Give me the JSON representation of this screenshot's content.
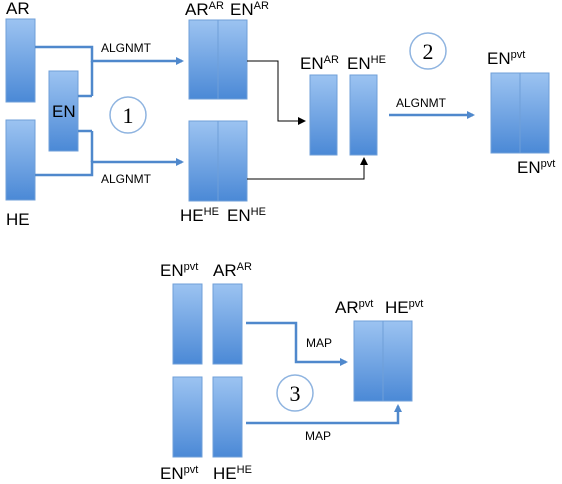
{
  "colors": {
    "box_top": "#9cc3f1",
    "box_bottom": "#4b89d6",
    "box_border": "#6f9fd8",
    "arrow_blue": "#4f88cc",
    "arrow_black": "#000000",
    "circle_border": "#8fb4e0"
  },
  "labels": {
    "ar": "AR",
    "he": "HE",
    "en": "EN",
    "ar_ar_base": "AR",
    "ar_ar_sup": "AR",
    "en_ar_base": "EN",
    "en_ar_sup": "AR",
    "he_he_base": "HE",
    "he_he_sup": "HE",
    "en_he_base": "EN",
    "en_he_sup": "HE",
    "mid_en_ar_base": "EN",
    "mid_en_ar_sup": "AR",
    "mid_en_he_base": "EN",
    "mid_en_he_sup": "HE",
    "en_pvt_top_base": "EN",
    "en_pvt_top_sup": "pvt",
    "en_pvt_bottom_base": "EN",
    "en_pvt_bottom_sup": "pvt",
    "s3_en_pvt1_base": "EN",
    "s3_en_pvt1_sup": "pvt",
    "s3_ar_ar_base": "AR",
    "s3_ar_ar_sup": "AR",
    "s3_en_pvt2_base": "EN",
    "s3_en_pvt2_sup": "pvt",
    "s3_he_he_base": "HE",
    "s3_he_he_sup": "HE",
    "s3_ar_pvt_base": "AR",
    "s3_ar_pvt_sup": "pvt",
    "s3_he_pvt_base": "HE",
    "s3_he_pvt_sup": "pvt"
  },
  "arrows": {
    "alignmt_top": "ALGNMT",
    "alignmt_bottom": "ALGNMT",
    "alignmt_step2": "ALGNMT",
    "map_top": "MAP",
    "map_bottom": "MAP"
  },
  "steps": {
    "step1": "1",
    "step2": "2",
    "step3": "3"
  }
}
